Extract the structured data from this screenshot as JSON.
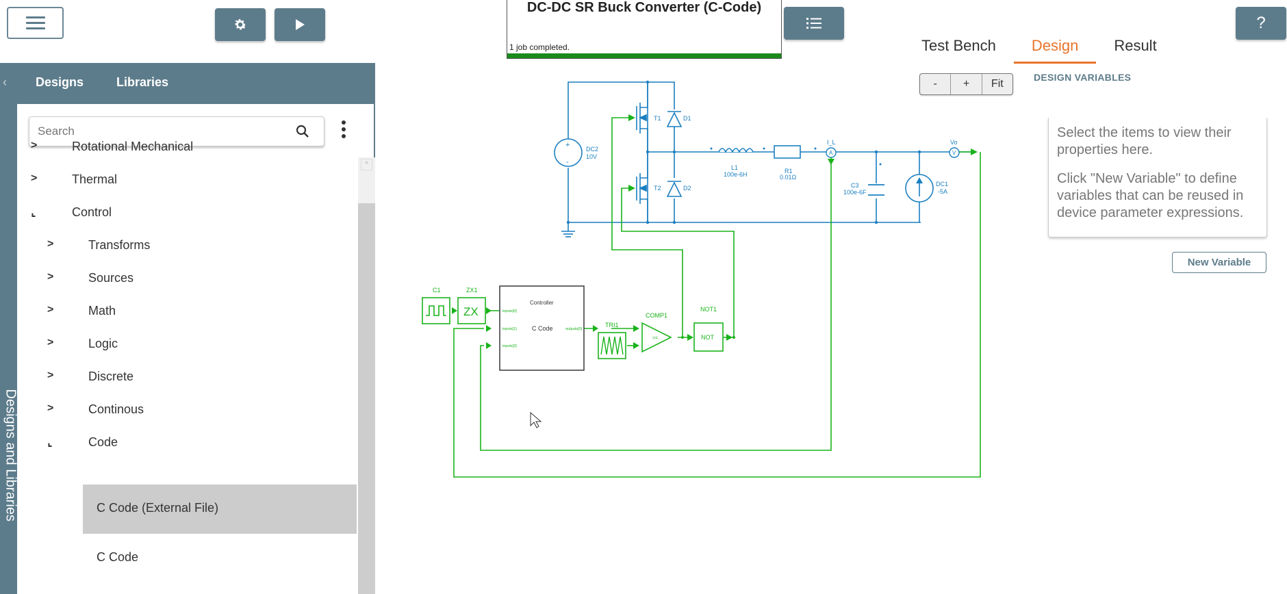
{
  "header": {
    "project_title": "DC-DC SR Buck Converter (C-Code)",
    "status_message": "1 job completed.",
    "progress_percent": 100,
    "help_label": "?"
  },
  "tabs": [
    {
      "label": "Test Bench",
      "active": false
    },
    {
      "label": "Design",
      "active": true
    },
    {
      "label": "Result",
      "active": false
    }
  ],
  "left_panel": {
    "vertical_label": "Designs and Libraries",
    "tab_designs": "Designs",
    "tab_libraries": "Libraries",
    "search_placeholder": "Search",
    "tree": [
      {
        "label": "Rotational Mechanical",
        "state": "collapsed"
      },
      {
        "label": "Thermal",
        "state": "collapsed"
      },
      {
        "label": "Control",
        "state": "expanded"
      },
      {
        "label": "Transforms",
        "state": "collapsed"
      },
      {
        "label": "Sources",
        "state": "collapsed"
      },
      {
        "label": "Math",
        "state": "collapsed"
      },
      {
        "label": "Logic",
        "state": "collapsed"
      },
      {
        "label": "Discrete",
        "state": "collapsed"
      },
      {
        "label": "Continous",
        "state": "collapsed"
      },
      {
        "label": "Code",
        "state": "expanded"
      },
      {
        "label": "C Code (External File)",
        "state": "selected"
      },
      {
        "label": "C Code",
        "state": "leaf"
      }
    ]
  },
  "zoom_controls": {
    "minus": "-",
    "plus": "+",
    "fit": "Fit"
  },
  "design_variables": {
    "title": "DESIGN VARIABLES",
    "hint1": "Select the items to view their properties here.",
    "hint2": "Click \"New Variable\" to define variables that can be reused in device parameter expressions.",
    "new_variable_label": "New Variable"
  },
  "schematic": {
    "power_color": "#1a7fc1",
    "control_color": "#1ab31a",
    "labels": {
      "dc2": "DC2",
      "dc2_val": "10V",
      "t1": "T1",
      "d1": "D1",
      "t2": "T2",
      "d2": "D2",
      "l1": "L1",
      "l1_val": "100e-6H",
      "r1": "R1",
      "r1_val": "0.01Ω",
      "il": "I_L",
      "vo": "Vo",
      "c3": "C3",
      "c3_val": "100e-6F",
      "dc1": "DC1",
      "dc1_val": "-5A",
      "ammeter": "A",
      "voltmeter": "V",
      "c1": "C1",
      "zx1": "ZX1",
      "zx": "ZX",
      "controller": "Controller",
      "ccode": "C Code",
      "in0": "inputs[0]",
      "in1": "inputs[1]",
      "in2": "inputs[2]",
      "out0": "outputs[0]",
      "tri1": "TRI1",
      "comp1": "COMP1",
      "comp_op": ">=",
      "not1": "NOT1",
      "not": "NOT"
    }
  },
  "colors": {
    "accent": "#e8742a",
    "panel": "#5d7c8b",
    "progress": "#1a8a1a"
  }
}
